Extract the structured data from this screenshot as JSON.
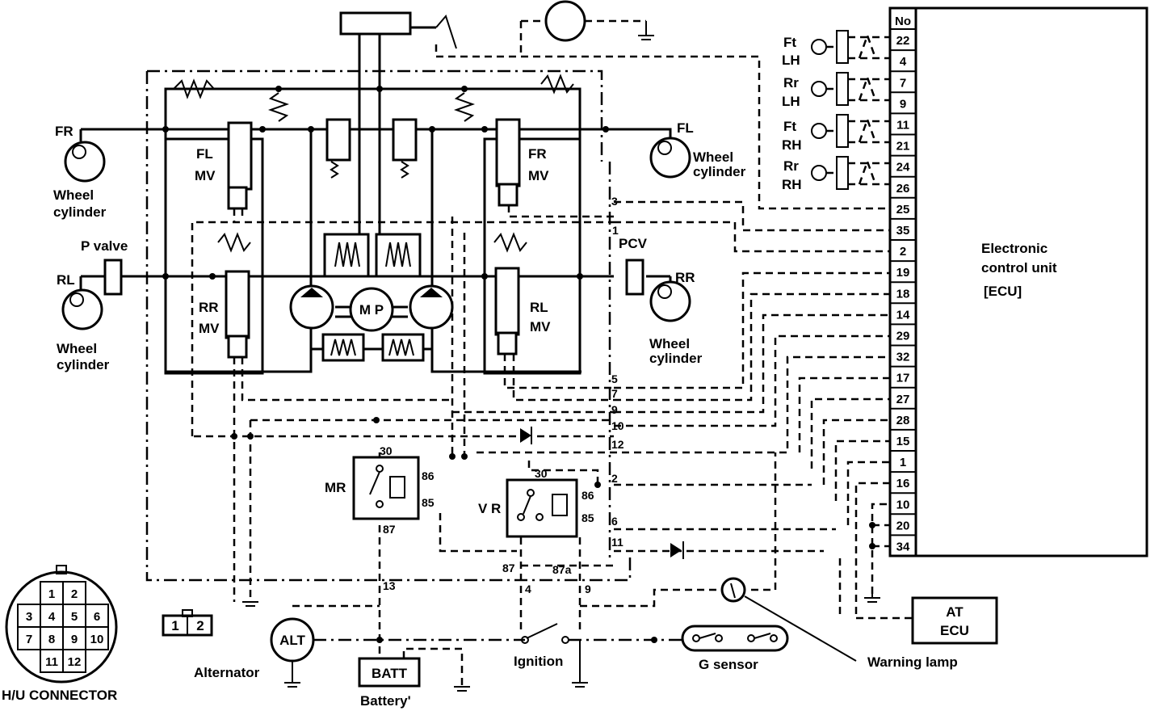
{
  "ecu": {
    "header": "No",
    "title_line1": "Electronic",
    "title_line2": "control unit",
    "title_line3": "[ECU]",
    "pins": [
      "22",
      "4",
      "7",
      "9",
      "11",
      "21",
      "24",
      "26",
      "25",
      "35",
      "2",
      "19",
      "18",
      "14",
      "29",
      "32",
      "17",
      "27",
      "28",
      "15",
      "1",
      "16",
      "10",
      "20",
      "34"
    ]
  },
  "sensors": [
    {
      "l1": "Ft",
      "l2": "LH"
    },
    {
      "l1": "Rr",
      "l2": "LH"
    },
    {
      "l1": "Ft",
      "l2": "RH"
    },
    {
      "l1": "Rr",
      "l2": "RH"
    }
  ],
  "wheels": {
    "fr": "FR",
    "fl": "FL",
    "rl": "RL",
    "rr": "RR",
    "cyl1": "Wheel",
    "cyl2": "cylinder"
  },
  "valves": {
    "fl_mv1": "FL",
    "fl_mv2": "MV",
    "fr_mv1": "FR",
    "fr_mv2": "MV",
    "rr_mv1": "RR",
    "rr_mv2": "MV",
    "rl_mv1": "RL",
    "rl_mv2": "MV",
    "p_valve": "P valve",
    "pcv": "PCV",
    "motor": "M P"
  },
  "relays": {
    "mr": "MR",
    "vr": "V R",
    "mr_pins": [
      "30",
      "86",
      "85",
      "87"
    ],
    "vr_pins": [
      "30",
      "86",
      "85",
      "87",
      "87a"
    ]
  },
  "wire_numbers": [
    "3",
    "1",
    "5",
    "7",
    "9",
    "10",
    "12",
    "2",
    "6",
    "11",
    "13",
    "4",
    "9"
  ],
  "components": {
    "alt": "ALT",
    "alternator": "Alternator",
    "batt": "BATT",
    "battery": "Battery'",
    "ignition": "Ignition",
    "g_sensor": "G sensor",
    "warning_lamp": "Warning lamp",
    "at_ecu1": "AT",
    "at_ecu2": "ECU"
  },
  "connector": {
    "title": "H/U CONNECTOR",
    "pins": [
      "1",
      "2",
      "3",
      "4",
      "5",
      "6",
      "7",
      "8",
      "9",
      "10",
      "11",
      "12"
    ],
    "small": [
      "1",
      "2"
    ]
  }
}
